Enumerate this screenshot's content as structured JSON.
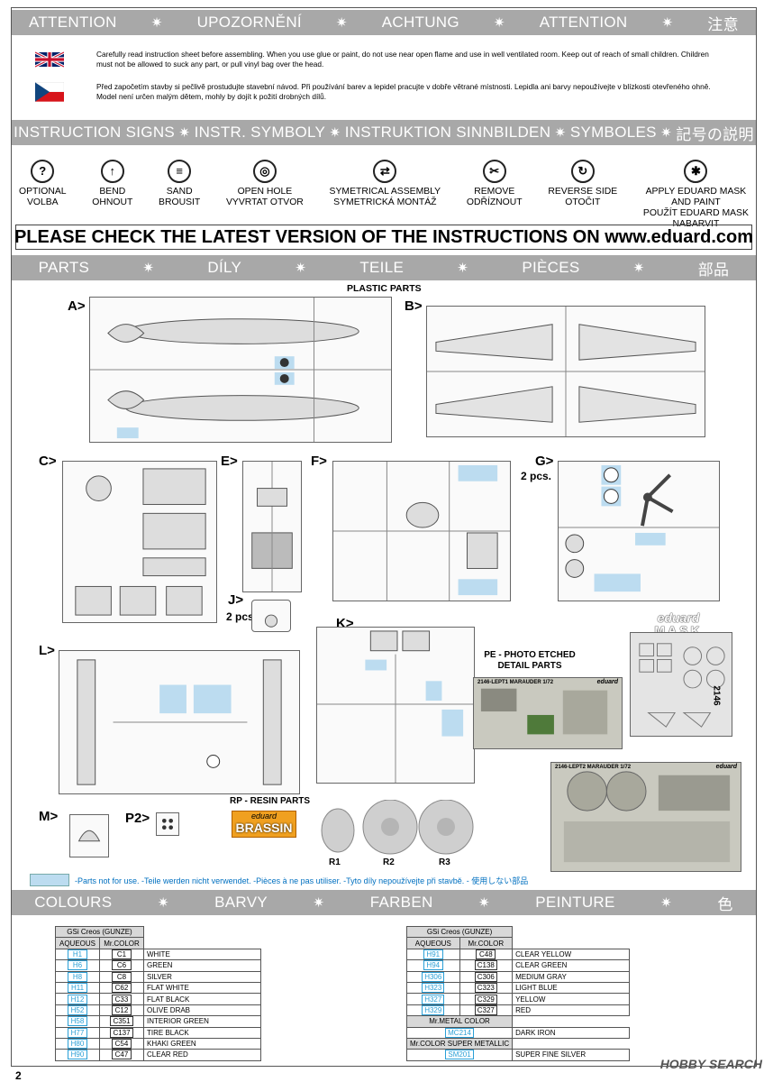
{
  "header_band": [
    "ATTENTION",
    "UPOZORNĚNÍ",
    "ACHTUNG",
    "ATTENTION",
    "注意"
  ],
  "warning_en": "Carefully read instruction sheet before assembling. When you use glue or paint, do not use near open flame and use in well ventilated room. Keep out of reach of small children. Children must not be allowed to suck any part, or pull vinyl bag over the head.",
  "warning_cz": "Před započetím stavby si pečlivě prostudujte stavební návod. Při používání barev a lepidel pracujte v dobře větrané místnosti. Lepidla ani barvy nepoužívejte v blízkosti otevřeného ohně. Model není určen malým dětem, mohly by dojít k požití drobných dílů.",
  "signs_band": [
    "INSTRUCTION SIGNS",
    "INSTR. SYMBOLY",
    "INSTRUKTION SINNBILDEN",
    "SYMBOLES",
    "記号の説明"
  ],
  "signs": [
    {
      "icon": "question-icon",
      "glyph": "?",
      "label": "OPTIONAL\nVOLBA"
    },
    {
      "icon": "bend-icon",
      "glyph": "↑",
      "label": "BEND\nOHNOUT"
    },
    {
      "icon": "sand-icon",
      "glyph": "≡",
      "label": "SAND\nBROUSIT"
    },
    {
      "icon": "open-hole-icon",
      "glyph": "◎",
      "label": "OPEN HOLE\nVYVRTAT OTVOR"
    },
    {
      "icon": "symmetrical-icon",
      "glyph": "⇄",
      "label": "SYMETRICAL ASSEMBLY\nSYMETRICKÁ MONTÁŽ"
    },
    {
      "icon": "remove-icon",
      "glyph": "✂",
      "label": "REMOVE\nODŘÍZNOUT"
    },
    {
      "icon": "reverse-side-icon",
      "glyph": "↻",
      "label": "REVERSE SIDE\nOTOČIT"
    },
    {
      "icon": "mask-icon",
      "glyph": "✱",
      "label": "APPLY EDUARD MASK\nAND PAINT\nPOUŽÍT EDUARD MASK\nNABARVIT"
    }
  ],
  "check_text": "PLEASE CHECK THE LATEST VERSION OF THE INSTRUCTIONS ON www.eduard.com",
  "parts_band": [
    "PARTS",
    "DÍLY",
    "TEILE",
    "PIÈCES",
    "部品"
  ],
  "plastic_parts": "PLASTIC PARTS",
  "sprue_labels": {
    "A": "A>",
    "B": "B>",
    "C": "C>",
    "E": "E>",
    "F": "F>",
    "G": "G>",
    "G_pcs": "2 pcs.",
    "J": "J>",
    "J_pcs": "2 pcs.",
    "K": "K>",
    "L": "L>",
    "M": "M>",
    "P2": "P2>"
  },
  "pe_title": "PE - PHOTO ETCHED\nDETAIL PARTS",
  "pe1_code": "2146-LEPT1  MARAUDER  1/72",
  "pe2_code": "2146-LEPT2  MARAUDER  1/72",
  "pe_brand": "eduard",
  "mask_brand": "eduard",
  "mask_word": "MASK",
  "mask_code": "2146",
  "rp_title": "RP - RESIN PARTS",
  "brassin_top": "eduard",
  "brassin_word": "BRASSIN",
  "resin_labels": [
    "R1",
    "R2",
    "R3"
  ],
  "not_used": "-Parts not for use. -Teile werden nicht verwendet. -Pièces à ne pas utiliser. -Tyto díly nepoužívejte při stavbě. -   使用しない部品",
  "colours_band": [
    "COLOURS",
    "BARVY",
    "FARBEN",
    "PEINTURE",
    "色"
  ],
  "table_left": {
    "header": "GSi Creos (GUNZE)",
    "col_aq": "AQUEOUS",
    "col_mr": "Mr.COLOR",
    "rows": [
      [
        "H1",
        "C1",
        "WHITE"
      ],
      [
        "H6",
        "C6",
        "GREEN"
      ],
      [
        "H8",
        "C8",
        "SILVER"
      ],
      [
        "H11",
        "C62",
        "FLAT WHITE"
      ],
      [
        "H12",
        "C33",
        "FLAT BLACK"
      ],
      [
        "H52",
        "C12",
        "OLIVE DRAB"
      ],
      [
        "H58",
        "C351",
        "INTERIOR GREEN"
      ],
      [
        "H77",
        "C137",
        "TIRE BLACK"
      ],
      [
        "H80",
        "C54",
        "KHAKI GREEN"
      ],
      [
        "H90",
        "C47",
        "CLEAR RED"
      ]
    ]
  },
  "table_right": {
    "header": "GSi Creos (GUNZE)",
    "col_aq": "AQUEOUS",
    "col_mr": "Mr.COLOR",
    "rows": [
      [
        "H91",
        "C48",
        "CLEAR YELLOW"
      ],
      [
        "H94",
        "C138",
        "CLEAR GREEN"
      ],
      [
        "H306",
        "C306",
        "MEDIUM GRAY"
      ],
      [
        "H323",
        "C323",
        "LIGHT BLUE"
      ],
      [
        "H327",
        "C329",
        "YELLOW"
      ],
      [
        "H329",
        "C327",
        "RED"
      ]
    ],
    "metal_header": "Mr.METAL COLOR",
    "metal_rows": [
      [
        "MC214",
        "DARK IRON"
      ]
    ],
    "super_header": "Mr.COLOR SUPER METALLIC",
    "super_rows": [
      [
        "SM201",
        "SUPER FINE SILVER"
      ]
    ]
  },
  "page_number": "2",
  "watermark": "HOBBY SEARCH",
  "colors": {
    "band": "#a8a8a8",
    "unused": "#bcdcf0",
    "aqueous": "#2a9fd6"
  }
}
